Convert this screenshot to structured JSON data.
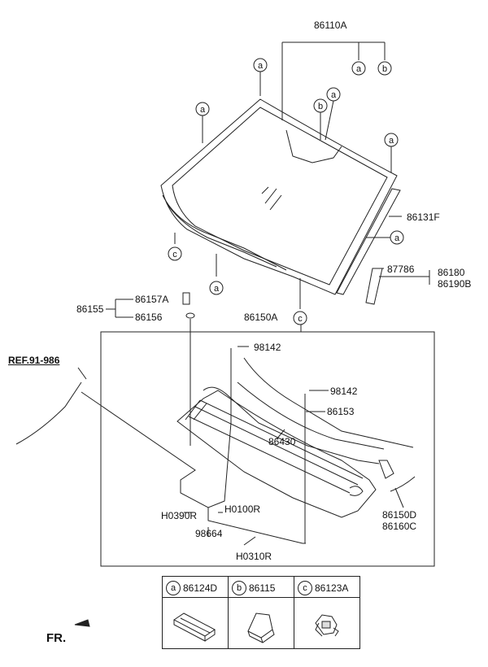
{
  "parts": {
    "windshield_glass": "86110A",
    "molding_side": "86131F",
    "clip": "87786",
    "trim_upper": "86180",
    "trim_lower": "86190B",
    "pad_label": "86155",
    "pad_a": "86157A",
    "pad_b": "86156",
    "cowl_panel": "86150A",
    "screw_upper": "98142",
    "screw_right": "98142",
    "cowl_cover": "86153",
    "cowl_seal": "86430",
    "cowl_side_r": "86150D",
    "cowl_side_l": "86160C",
    "hose_a": "H0390R",
    "hose_b": "H0100R",
    "connector": "98664",
    "hose_c": "H0310R",
    "ref": "REF.91-986",
    "front": "FR."
  },
  "callouts": {
    "a": "a",
    "b": "b",
    "c": "c"
  },
  "legend": [
    {
      "letter": "a",
      "code": "86124D",
      "icon": "foam-strip-icon"
    },
    {
      "letter": "b",
      "code": "86115",
      "icon": "rubber-pad-icon"
    },
    {
      "letter": "c",
      "code": "86123A",
      "icon": "clip-fastener-icon"
    }
  ]
}
